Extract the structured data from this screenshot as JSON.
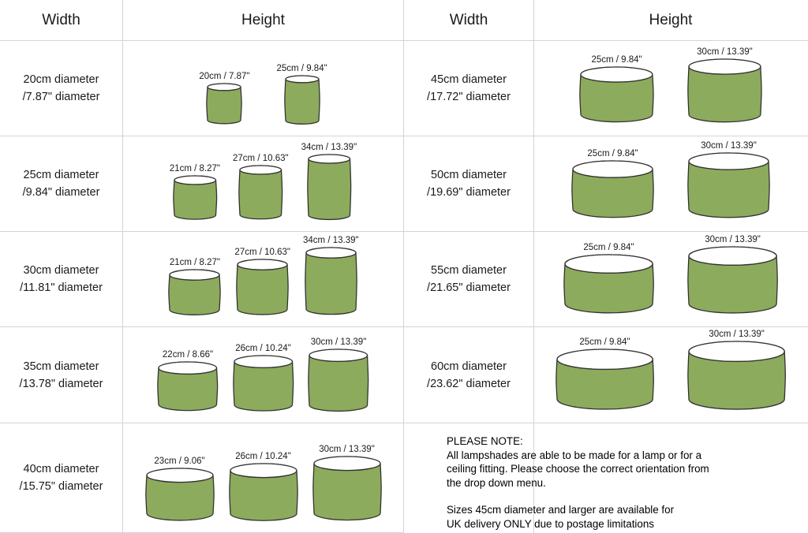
{
  "colors": {
    "shade_fill": "#8cab5d",
    "shade_stroke": "#333333",
    "rim_fill": "#ffffff",
    "grid": "#d4d4d4",
    "text": "#1a1a1a"
  },
  "headers": {
    "width": "Width",
    "height": "Height"
  },
  "left_panel": {
    "rows": [
      {
        "width_line1": "20cm diameter",
        "width_line2": "/7.87\" diameter",
        "diameter_cm": 20,
        "shades": [
          {
            "caption": "20cm / 7.87\"",
            "height_cm": 20
          },
          {
            "caption": "25cm / 9.84\"",
            "height_cm": 25
          }
        ]
      },
      {
        "width_line1": "25cm diameter",
        "width_line2": "/9.84\" diameter",
        "diameter_cm": 25,
        "shades": [
          {
            "caption": "21cm / 8.27\"",
            "height_cm": 21
          },
          {
            "caption": "27cm / 10.63\"",
            "height_cm": 27
          },
          {
            "caption": "34cm / 13.39\"",
            "height_cm": 34
          }
        ]
      },
      {
        "width_line1": "30cm diameter",
        "width_line2": "/11.81\" diameter",
        "diameter_cm": 30,
        "shades": [
          {
            "caption": "21cm / 8.27\"",
            "height_cm": 21
          },
          {
            "caption": "27cm / 10.63\"",
            "height_cm": 27
          },
          {
            "caption": "34cm / 13.39\"",
            "height_cm": 34
          }
        ]
      },
      {
        "width_line1": "35cm diameter",
        "width_line2": "/13.78\" diameter",
        "diameter_cm": 35,
        "shades": [
          {
            "caption": "22cm / 8.66\"",
            "height_cm": 22
          },
          {
            "caption": "26cm / 10.24\"",
            "height_cm": 26
          },
          {
            "caption": "30cm / 13.39\"",
            "height_cm": 30
          }
        ]
      },
      {
        "width_line1": "40cm diameter",
        "width_line2": "/15.75\" diameter",
        "diameter_cm": 40,
        "shades": [
          {
            "caption": "23cm / 9.06\"",
            "height_cm": 23
          },
          {
            "caption": "26cm / 10.24\"",
            "height_cm": 26
          },
          {
            "caption": "30cm / 13.39\"",
            "height_cm": 30
          }
        ]
      }
    ]
  },
  "right_panel": {
    "rows": [
      {
        "width_line1": "45cm diameter",
        "width_line2": "/17.72\" diameter",
        "diameter_cm": 45,
        "shades": [
          {
            "caption": "25cm / 9.84\"",
            "height_cm": 25
          },
          {
            "caption": "30cm / 13.39\"",
            "height_cm": 30
          }
        ]
      },
      {
        "width_line1": "50cm diameter",
        "width_line2": "/19.69\" diameter",
        "diameter_cm": 50,
        "shades": [
          {
            "caption": "25cm / 9.84\"",
            "height_cm": 25
          },
          {
            "caption": "30cm / 13.39\"",
            "height_cm": 30
          }
        ]
      },
      {
        "width_line1": "55cm diameter",
        "width_line2": "/21.65\" diameter",
        "diameter_cm": 55,
        "shades": [
          {
            "caption": "25cm / 9.84\"",
            "height_cm": 25
          },
          {
            "caption": "30cm / 13.39\"",
            "height_cm": 30
          }
        ]
      },
      {
        "width_line1": "60cm diameter",
        "width_line2": "/23.62\" diameter",
        "diameter_cm": 60,
        "shades": [
          {
            "caption": "25cm / 9.84\"",
            "height_cm": 25
          },
          {
            "caption": "30cm / 13.39\"",
            "height_cm": 30
          }
        ]
      }
    ],
    "note": {
      "title": "PLEASE NOTE:",
      "line1": "All lampshades are able to be made for a lamp or for a",
      "line2": "ceiling fitting. Please choose the correct orientation from",
      "line3": "the drop down menu.",
      "line4": "Sizes 45cm diameter and larger are available for",
      "line5": "UK delivery ONLY due to postage limitations"
    }
  },
  "chart_data": {
    "type": "table",
    "title": "Lampshade size chart",
    "columns": [
      "Width",
      "Height"
    ],
    "units": "cm / inches",
    "rows": [
      {
        "width": "20cm diameter /7.87\" diameter",
        "heights": [
          "20cm / 7.87\"",
          "25cm / 9.84\""
        ]
      },
      {
        "width": "25cm diameter /9.84\" diameter",
        "heights": [
          "21cm / 8.27\"",
          "27cm / 10.63\"",
          "34cm / 13.39\""
        ]
      },
      {
        "width": "30cm diameter /11.81\" diameter",
        "heights": [
          "21cm / 8.27\"",
          "27cm / 10.63\"",
          "34cm / 13.39\""
        ]
      },
      {
        "width": "35cm diameter /13.78\" diameter",
        "heights": [
          "22cm / 8.66\"",
          "26cm / 10.24\"",
          "30cm / 13.39\""
        ]
      },
      {
        "width": "40cm diameter /15.75\" diameter",
        "heights": [
          "23cm / 9.06\"",
          "26cm / 10.24\"",
          "30cm / 13.39\""
        ]
      },
      {
        "width": "45cm diameter /17.72\" diameter",
        "heights": [
          "25cm / 9.84\"",
          "30cm / 13.39\""
        ]
      },
      {
        "width": "50cm diameter /19.69\" diameter",
        "heights": [
          "25cm / 9.84\"",
          "30cm / 13.39\""
        ]
      },
      {
        "width": "55cm diameter /21.65\" diameter",
        "heights": [
          "25cm / 9.84\"",
          "30cm / 13.39\""
        ]
      },
      {
        "width": "60cm diameter /23.62\" diameter",
        "heights": [
          "25cm / 9.84\"",
          "30cm / 13.39\""
        ]
      }
    ]
  }
}
